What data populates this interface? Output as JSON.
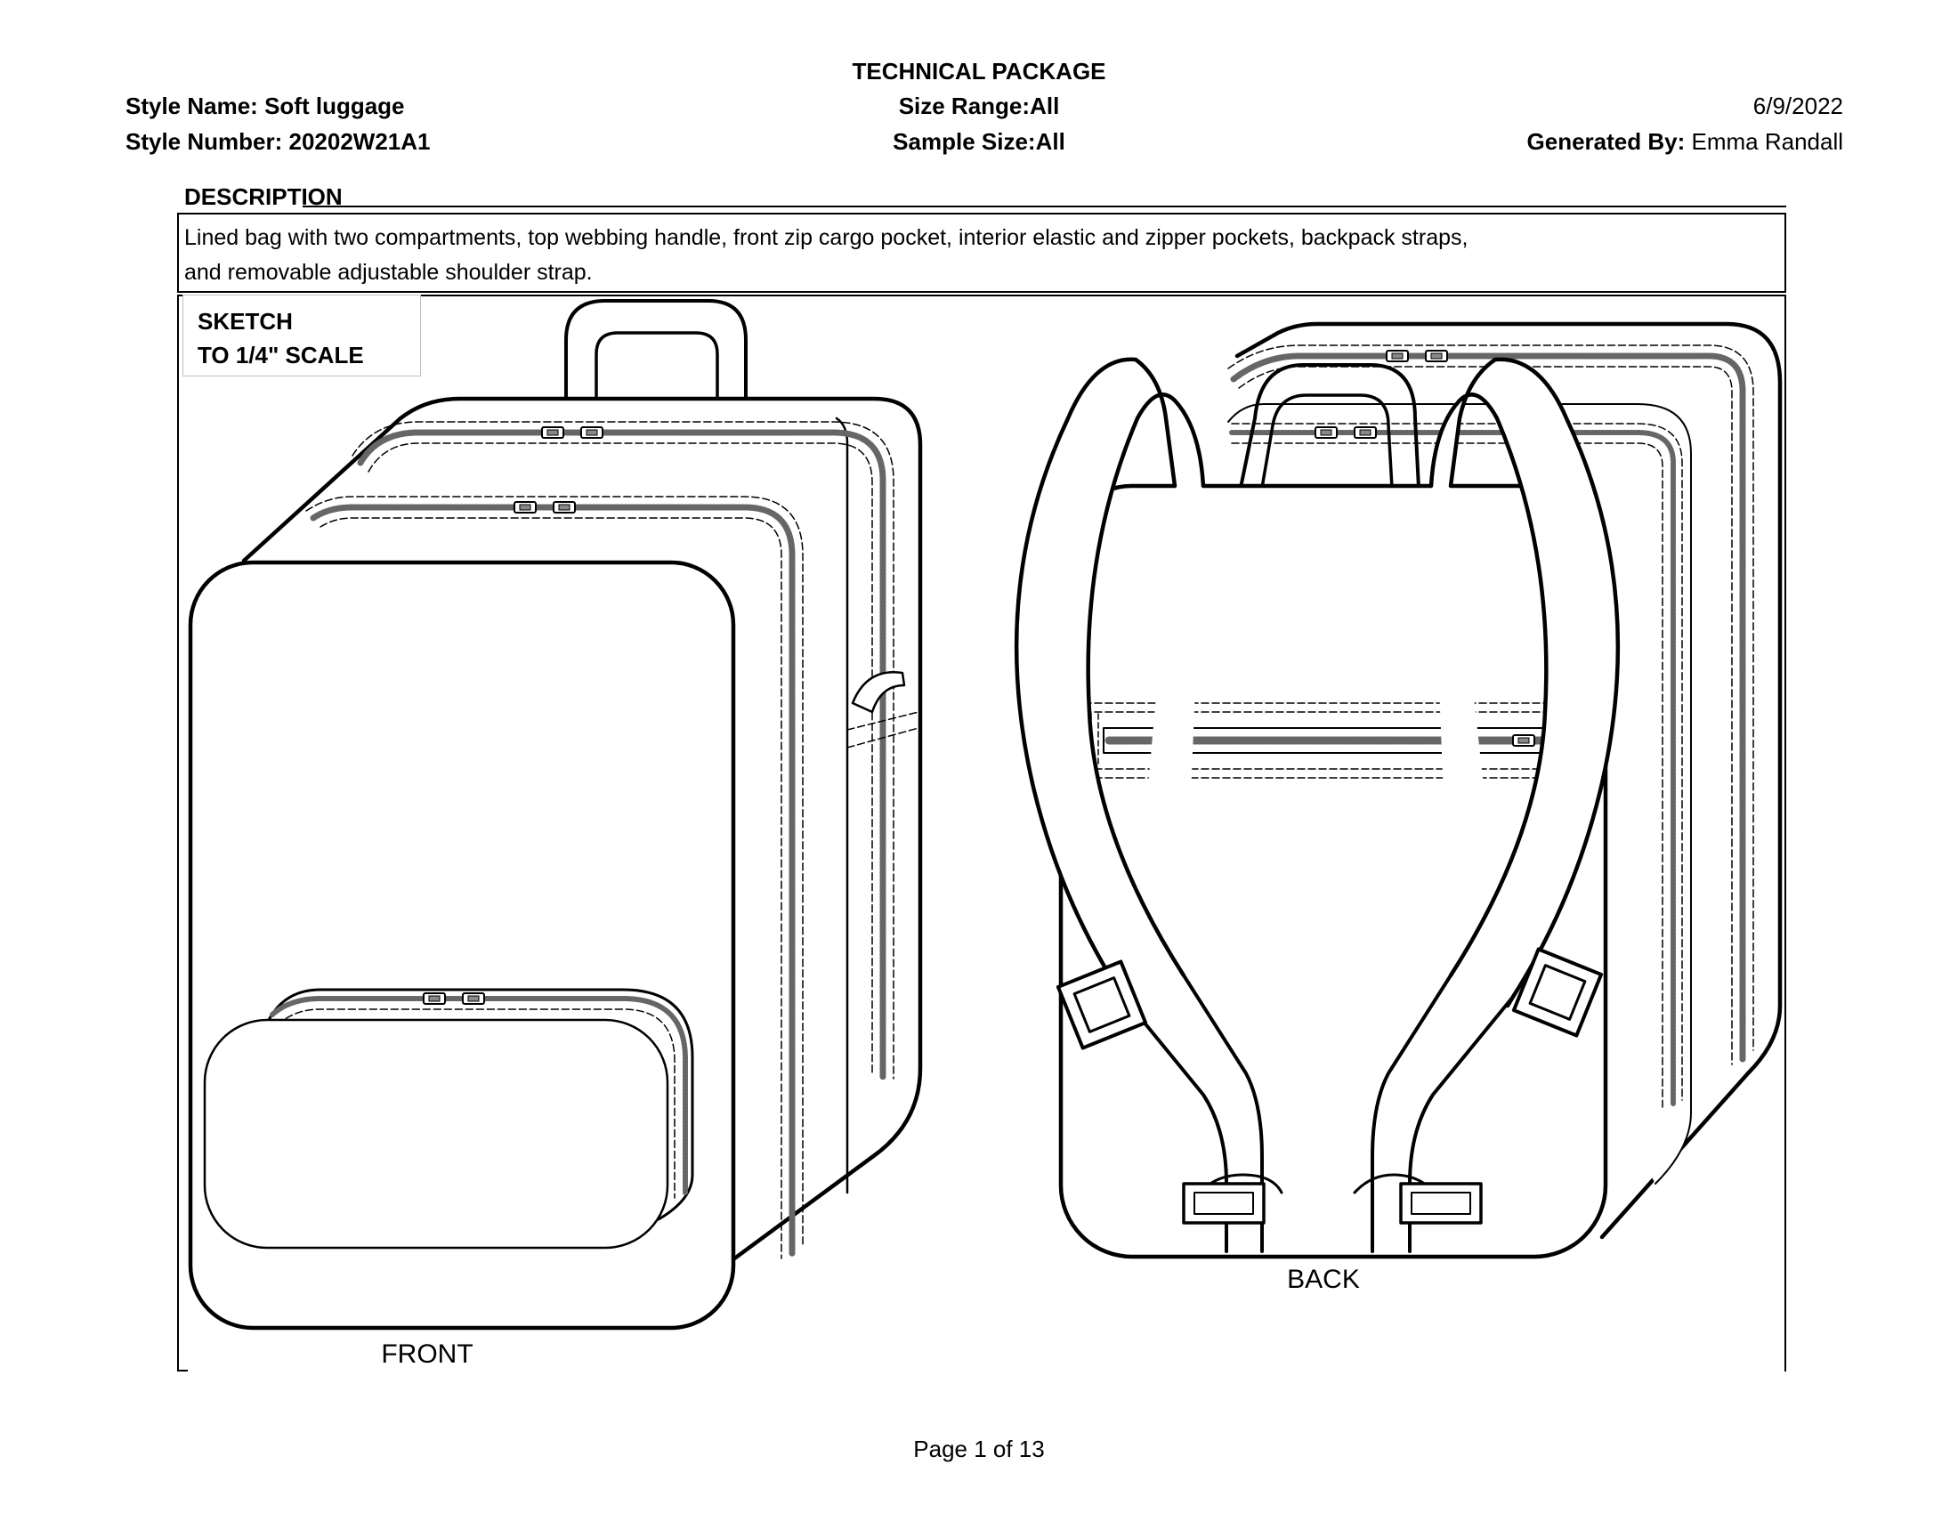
{
  "header": {
    "title": "TECHNICAL PACKAGE",
    "style_name_label": "Style Name:",
    "style_name": "Soft luggage",
    "style_number_label": "Style Number:",
    "style_number": "20202W21A1",
    "size_range_label": "Size Range:",
    "size_range": "All",
    "sample_size_label": "Sample Size:",
    "sample_size": "All",
    "date": "6/9/2022",
    "generated_by_label": "Generated By:",
    "generated_by": "Emma Randall"
  },
  "description": {
    "title": "DESCRIPTION",
    "line1": "Lined bag with two compartments, top webbing handle, front zip cargo pocket, interior elastic and zipper pockets, backpack straps,",
    "line2": "and removable adjustable shoulder strap."
  },
  "sketch": {
    "label_line1": "SKETCH",
    "label_line2": "TO 1/4\" SCALE",
    "front_label": "FRONT",
    "back_label": "BACK"
  },
  "footer": {
    "page": "Page 1 of 13"
  }
}
